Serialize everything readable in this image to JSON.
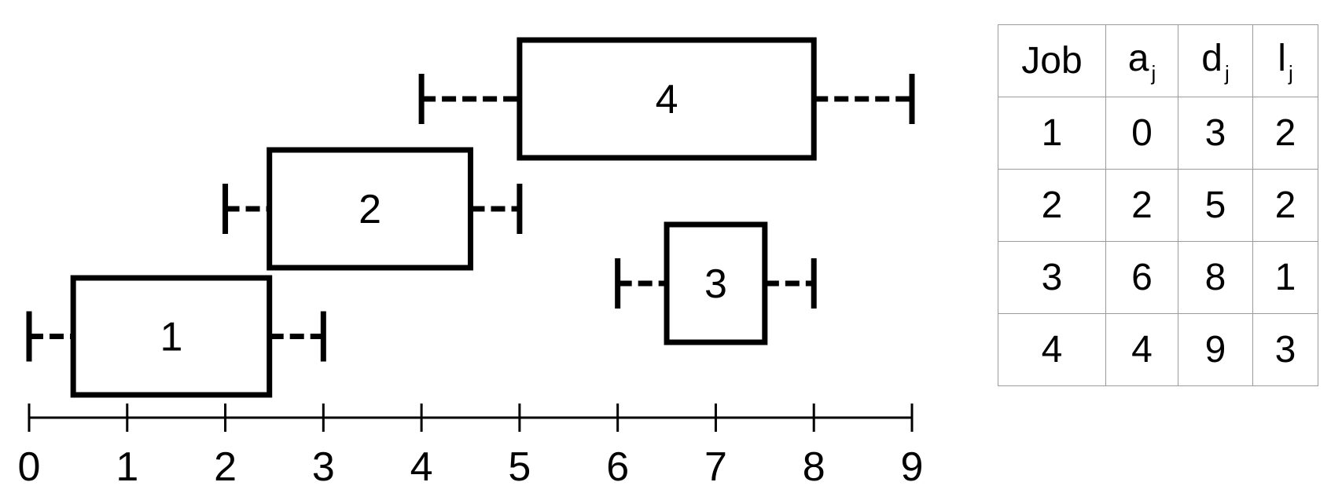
{
  "axis": {
    "min": 0,
    "max": 9,
    "ticks": [
      "0",
      "1",
      "2",
      "3",
      "4",
      "5",
      "6",
      "7",
      "8",
      "9"
    ]
  },
  "jobs": [
    {
      "label": "1",
      "arrival": 0,
      "deadline": 3,
      "box_start": 0.45,
      "box_end": 2.45
    },
    {
      "label": "2",
      "arrival": 2,
      "deadline": 5,
      "box_start": 2.45,
      "box_end": 4.5
    },
    {
      "label": "3",
      "arrival": 6,
      "deadline": 8,
      "box_start": 6.5,
      "box_end": 7.5
    },
    {
      "label": "4",
      "arrival": 4,
      "deadline": 9,
      "box_start": 5,
      "box_end": 8
    }
  ],
  "table": {
    "headers": [
      {
        "base": "Job",
        "sub": ""
      },
      {
        "base": "a",
        "sub": "j"
      },
      {
        "base": "d",
        "sub": "j"
      },
      {
        "base": "l",
        "sub": "j"
      }
    ],
    "rows": [
      [
        "1",
        "0",
        "3",
        "2"
      ],
      [
        "2",
        "2",
        "5",
        "2"
      ],
      [
        "3",
        "6",
        "8",
        "1"
      ],
      [
        "4",
        "4",
        "9",
        "3"
      ]
    ]
  }
}
